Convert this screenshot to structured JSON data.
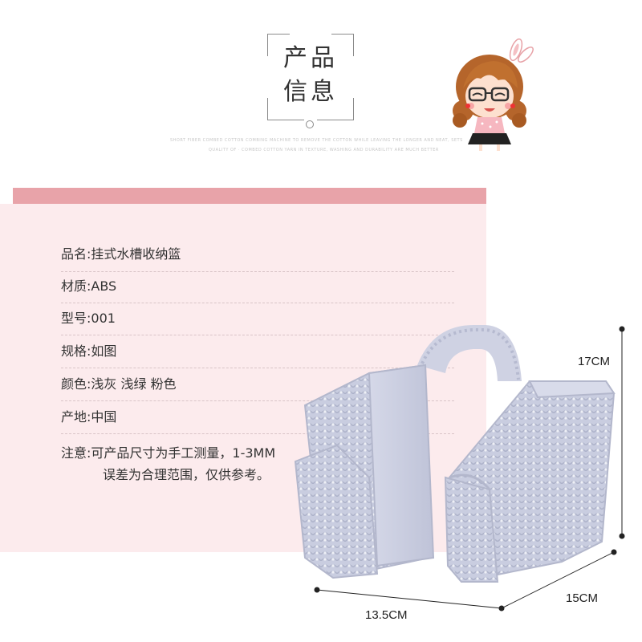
{
  "title": {
    "line1": "产品",
    "line2": "信息"
  },
  "tagline": {
    "line1": "SHORT FIBER COMBED COTTON COMBING MACHINE TO REMOVE THE COTTON WHILE LEAVING THE LONGER AND NEAT, SETS",
    "line2": "QUALITY OF · COMBED COTTON YARN IN TEXTURE, WASHING AND DURABILITY ARE MUCH BETTER"
  },
  "specs": [
    {
      "label": "品名:",
      "value": "挂式水槽收纳篮"
    },
    {
      "label": "材质:",
      "value": "ABS"
    },
    {
      "label": "型号:",
      "value": "001"
    },
    {
      "label": "规格:",
      "value": "如图"
    },
    {
      "label": "颜色:",
      "value": "浅灰 浅绿 粉色"
    },
    {
      "label": "产地:",
      "value": "中国"
    },
    {
      "label": "注意:",
      "value": "可产品尺寸为手工测量，1-3MM",
      "value2": "误差为合理范围，仅供参考。"
    }
  ],
  "dimensions": {
    "height": "17CM",
    "depth": "15CM",
    "width": "13.5CM"
  },
  "colors": {
    "band": "#e8a3a9",
    "panel": "#fcebed",
    "basket": "#c9cde0"
  }
}
